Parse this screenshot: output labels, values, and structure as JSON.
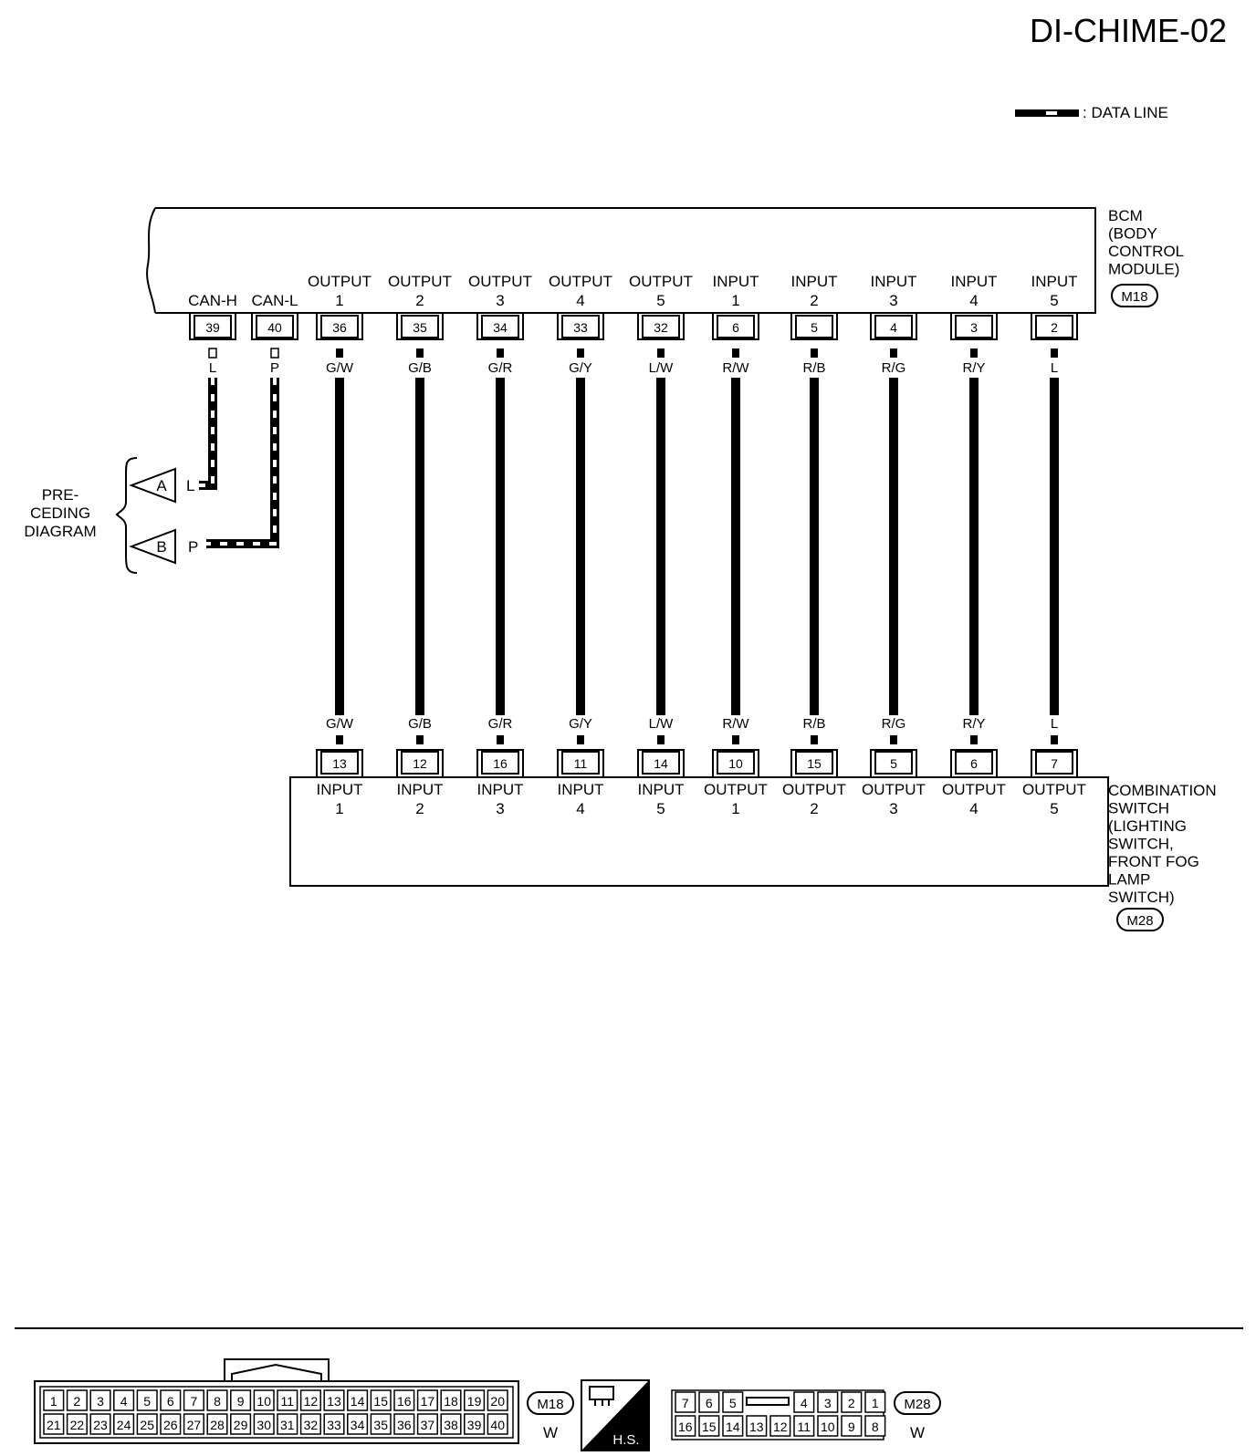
{
  "title": "DI-CHIME-02",
  "legend": {
    "label": ": DATA LINE"
  },
  "bcm": {
    "name_lines": [
      "BCM",
      "(BODY",
      "CONTROL",
      "MODULE)"
    ],
    "connector": "M18",
    "terminals": [
      {
        "pin": "39",
        "func": [
          "CAN-H"
        ],
        "wire": "L",
        "data_line": true
      },
      {
        "pin": "40",
        "func": [
          "CAN-L"
        ],
        "wire": "P",
        "data_line": true
      },
      {
        "pin": "36",
        "func": [
          "OUTPUT",
          "1"
        ],
        "wire": "G/W"
      },
      {
        "pin": "35",
        "func": [
          "OUTPUT",
          "2"
        ],
        "wire": "G/B"
      },
      {
        "pin": "34",
        "func": [
          "OUTPUT",
          "3"
        ],
        "wire": "G/R"
      },
      {
        "pin": "33",
        "func": [
          "OUTPUT",
          "4"
        ],
        "wire": "G/Y"
      },
      {
        "pin": "32",
        "func": [
          "OUTPUT",
          "5"
        ],
        "wire": "L/W"
      },
      {
        "pin": "6",
        "func": [
          "INPUT",
          "1"
        ],
        "wire": "R/W"
      },
      {
        "pin": "5",
        "func": [
          "INPUT",
          "2"
        ],
        "wire": "R/B"
      },
      {
        "pin": "4",
        "func": [
          "INPUT",
          "3"
        ],
        "wire": "R/G"
      },
      {
        "pin": "3",
        "func": [
          "INPUT",
          "4"
        ],
        "wire": "R/Y"
      },
      {
        "pin": "2",
        "func": [
          "INPUT",
          "5"
        ],
        "wire": "L"
      }
    ]
  },
  "combo": {
    "name_lines": [
      "COMBINATION",
      "SWITCH",
      "(LIGHTING",
      "SWITCH,",
      "FRONT FOG",
      "LAMP",
      "SWITCH)"
    ],
    "connector": "M28",
    "terminals": [
      {
        "pin": "13",
        "func": [
          "INPUT",
          "1"
        ],
        "wire": "G/W"
      },
      {
        "pin": "12",
        "func": [
          "INPUT",
          "2"
        ],
        "wire": "G/B"
      },
      {
        "pin": "16",
        "func": [
          "INPUT",
          "3"
        ],
        "wire": "G/R"
      },
      {
        "pin": "11",
        "func": [
          "INPUT",
          "4"
        ],
        "wire": "G/Y"
      },
      {
        "pin": "14",
        "func": [
          "INPUT",
          "5"
        ],
        "wire": "L/W"
      },
      {
        "pin": "10",
        "func": [
          "OUTPUT",
          "1"
        ],
        "wire": "R/W"
      },
      {
        "pin": "15",
        "func": [
          "OUTPUT",
          "2"
        ],
        "wire": "R/B"
      },
      {
        "pin": "5",
        "func": [
          "OUTPUT",
          "3"
        ],
        "wire": "R/G"
      },
      {
        "pin": "6",
        "func": [
          "OUTPUT",
          "4"
        ],
        "wire": "R/Y"
      },
      {
        "pin": "7",
        "func": [
          "OUTPUT",
          "5"
        ],
        "wire": "L"
      }
    ]
  },
  "preceding": {
    "label_lines": [
      "PRE-",
      "CEDING",
      "DIAGRAM"
    ],
    "links": [
      {
        "letter": "A",
        "wire": "L"
      },
      {
        "letter": "B",
        "wire": "P"
      }
    ]
  },
  "m18_face": {
    "connector": "M18",
    "color": "W",
    "row1": [
      "1",
      "2",
      "3",
      "4",
      "5",
      "6",
      "7",
      "8",
      "9",
      "10",
      "11",
      "12",
      "13",
      "14",
      "15",
      "16",
      "17",
      "18",
      "19",
      "20"
    ],
    "row2": [
      "21",
      "22",
      "23",
      "24",
      "25",
      "26",
      "27",
      "28",
      "29",
      "30",
      "31",
      "32",
      "33",
      "34",
      "35",
      "36",
      "37",
      "38",
      "39",
      "40"
    ]
  },
  "hs_label": "H.S.",
  "m28_face": {
    "connector": "M28",
    "color": "W",
    "row1": [
      "7",
      "6",
      "5",
      "4",
      "3",
      "2",
      "1"
    ],
    "row2": [
      "16",
      "15",
      "14",
      "13",
      "12",
      "11",
      "10",
      "9",
      "8"
    ]
  }
}
